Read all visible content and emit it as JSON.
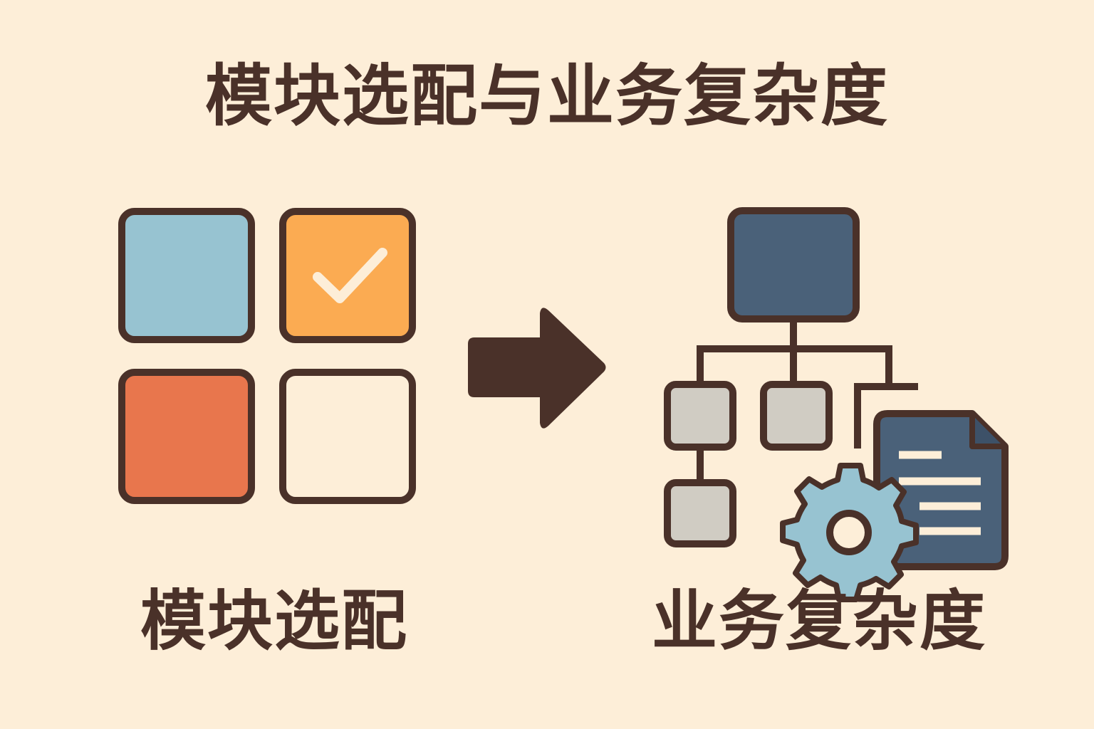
{
  "title": "模块选配与业务复杂度",
  "left_label": "模块选配",
  "right_label": "业务复杂度",
  "colors": {
    "background": "#fdeed8",
    "outline": "#4a3129",
    "module_blue": "#97c3d1",
    "module_orange": "#fbab52",
    "module_red": "#e8764d",
    "module_empty": "#fdeed8",
    "checkmark": "#fdeed8",
    "tree_root": "#4a6179",
    "tree_node": "#d0ccc3",
    "document": "#4a6179",
    "gear": "#97c3d1"
  },
  "icons": [
    "check-icon",
    "arrow-right-icon",
    "document-icon",
    "gear-icon"
  ]
}
